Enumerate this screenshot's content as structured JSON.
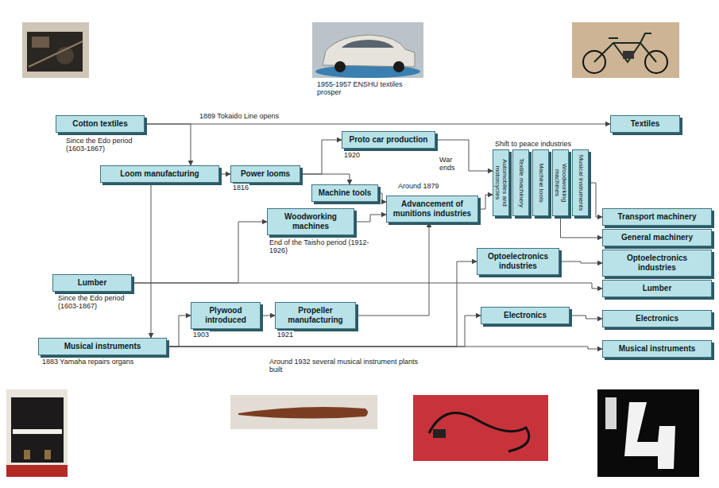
{
  "diagram": {
    "nodes": [
      {
        "text": [
          "Cotton textiles"
        ]
      },
      {
        "text": [
          "Loom manufacturing"
        ]
      },
      {
        "text": [
          "Power looms"
        ]
      },
      {
        "text": [
          "Proto car production"
        ]
      },
      {
        "text": [
          "Machine tools"
        ]
      },
      {
        "text": [
          "Woodworking machines"
        ]
      },
      {
        "text": [
          "Advancement of munitions industries"
        ]
      },
      {
        "text": [
          "Automobiles and motorcycles"
        ]
      },
      {
        "text": [
          "Textile machinery"
        ]
      },
      {
        "text": [
          "Machine tools"
        ]
      },
      {
        "text": [
          "Woodworking machines"
        ]
      },
      {
        "text": [
          "Musical instruments"
        ]
      },
      {
        "text": [
          "Lumber"
        ]
      },
      {
        "text": [
          "Plywood introduced"
        ]
      },
      {
        "text": [
          "Propeller manufacturing"
        ]
      },
      {
        "text": [
          "Musical instruments"
        ]
      },
      {
        "text": [
          "Textiles"
        ]
      },
      {
        "text": [
          "Transport machinery"
        ]
      },
      {
        "text": [
          "General machinery"
        ]
      },
      {
        "text": [
          "Optoelectronics industries"
        ]
      },
      {
        "text": [
          "Optoelectronics industries"
        ]
      },
      {
        "text": [
          "Lumber"
        ]
      },
      {
        "text": [
          "Electronics"
        ]
      },
      {
        "text": [
          "Electronics"
        ]
      },
      {
        "text": [
          "Musical instruments"
        ]
      }
    ],
    "edges": [
      {
        "from": 0,
        "to": 16,
        "arrow": "to"
      },
      {
        "from": 0,
        "to": 1,
        "arrow": "to"
      },
      {
        "from": 1,
        "to": 2,
        "arrow": "to"
      },
      {
        "from": 2,
        "to": 3,
        "arrow": "to"
      },
      {
        "from": 2,
        "to": 4,
        "arrow": "to"
      },
      {
        "from": 4,
        "to": 6,
        "arrow": "to"
      },
      {
        "from": 5,
        "to": 6,
        "arrow": "to"
      },
      {
        "from": 3,
        "to": 7,
        "arrow": "to"
      },
      {
        "from": 6,
        "to": 7,
        "arrow": "to"
      },
      {
        "from": 11,
        "to": 17,
        "arrow": "to"
      },
      {
        "from": 10,
        "to": 18,
        "arrow": "to"
      },
      {
        "from": 19,
        "to": 20,
        "arrow": "to"
      },
      {
        "from": 22,
        "to": 23,
        "arrow": "to"
      },
      {
        "from": 12,
        "to": 21,
        "arrow": "to"
      },
      {
        "from": 12,
        "to": 5,
        "arrow": "to"
      },
      {
        "from": 1,
        "to": 15,
        "arrow": "to"
      },
      {
        "from": 15,
        "to": 13,
        "arrow": "to"
      },
      {
        "from": 13,
        "to": 14,
        "arrow": "to"
      },
      {
        "from": 14,
        "to": 6,
        "arrow": "to"
      },
      {
        "from": 15,
        "to": 24,
        "arrow": "to"
      },
      {
        "from": 15,
        "to": 22,
        "arrow": "to"
      },
      {
        "from": 15,
        "to": 19,
        "arrow": "to"
      }
    ],
    "labels": [
      "1889 Tokaido Line opens",
      "1955-1957 ENSHU textiles prosper",
      "Since the Edo period (1603-1867)",
      "1816",
      "1920",
      "Around 1879",
      "Shift to peace industries",
      "War ends",
      "End of the Taisho period (1912-1926)",
      "Since the Edo period (1603-1867)",
      "1903",
      "1921",
      "1883 Yamaha repairs organs",
      "Around 1932 several musical instrument plants built"
    ]
  }
}
